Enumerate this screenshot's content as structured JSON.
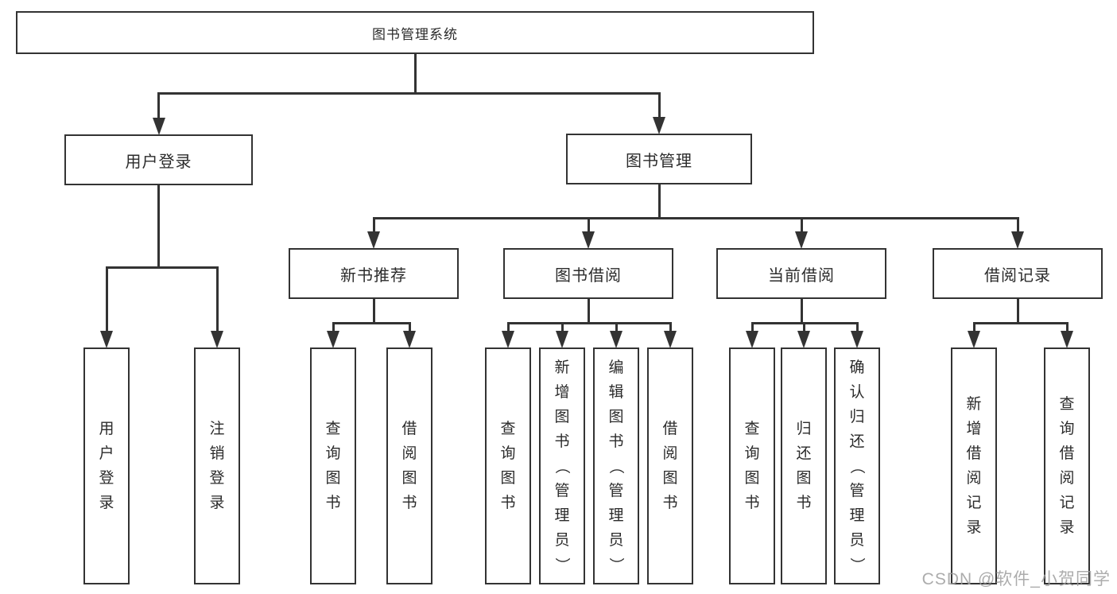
{
  "diagram": {
    "title": "图书管理系统",
    "tree": {
      "id": "root",
      "label": "图书管理系统",
      "children": [
        {
          "id": "user-login",
          "label": "用户登录",
          "children": [
            {
              "id": "ul-login",
              "label": "用户登录"
            },
            {
              "id": "ul-logout",
              "label": "注销登录"
            }
          ]
        },
        {
          "id": "book-mgmt",
          "label": "图书管理",
          "children": [
            {
              "id": "new-book-rec",
              "label": "新书推荐",
              "children": [
                {
                  "id": "nbr-query",
                  "label": "查询图书"
                },
                {
                  "id": "nbr-borrow",
                  "label": "借阅图书"
                }
              ]
            },
            {
              "id": "book-borrow",
              "label": "图书借阅",
              "children": [
                {
                  "id": "bb-query",
                  "label": "查询图书"
                },
                {
                  "id": "bb-add",
                  "label": "新增图书（管理员）"
                },
                {
                  "id": "bb-edit",
                  "label": "编辑图书（管理员）"
                },
                {
                  "id": "bb-borrow",
                  "label": "借阅图书"
                }
              ]
            },
            {
              "id": "current-borrow",
              "label": "当前借阅",
              "children": [
                {
                  "id": "cb-query",
                  "label": "查询图书"
                },
                {
                  "id": "cb-return",
                  "label": "归还图书"
                },
                {
                  "id": "cb-confirm",
                  "label": "确认归还（管理员）"
                }
              ]
            },
            {
              "id": "borrow-records",
              "label": "借阅记录",
              "children": [
                {
                  "id": "br-add",
                  "label": "新增借阅记录"
                },
                {
                  "id": "br-query",
                  "label": "查询借阅记录"
                }
              ]
            }
          ]
        }
      ]
    }
  },
  "watermark": {
    "text": "CSDN @软件_小贺同学"
  },
  "colors": {
    "line": "#333333",
    "box_border": "#333333",
    "text": "#2b2b2b",
    "watermark": "#9e9e9e",
    "background": "#ffffff"
  }
}
